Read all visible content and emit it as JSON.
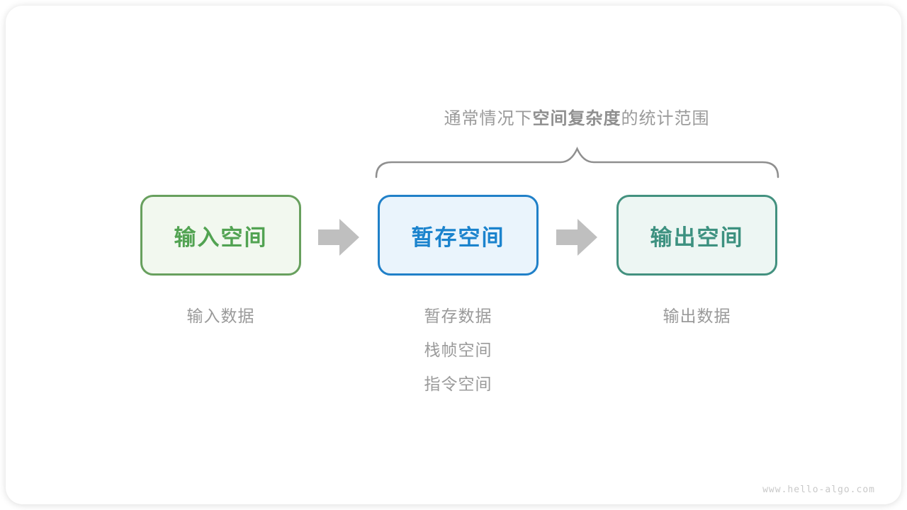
{
  "title": {
    "prefix": "通常情况下",
    "bold": "空间复杂度",
    "suffix": "的统计范围"
  },
  "boxes": [
    {
      "label": "输入空间",
      "border_color": "#68a05e",
      "bg_color": "#f2f8ef",
      "text_color": "#52a352"
    },
    {
      "label": "暂存空间",
      "border_color": "#2080c8",
      "bg_color": "#eaf4fc",
      "text_color": "#1b83cd"
    },
    {
      "label": "输出空间",
      "border_color": "#43917f",
      "bg_color": "#edf6f3",
      "text_color": "#3d9180"
    }
  ],
  "notes": {
    "input": [
      "输入数据"
    ],
    "temp": [
      "暂存数据",
      "栈帧空间",
      "指令空间"
    ],
    "output": [
      "输出数据"
    ]
  },
  "colors": {
    "arrow": "#bfbfbf",
    "brace": "#8f8f8f",
    "title_text": "#9b9b9b",
    "note_text": "#9a9a9a",
    "watermark_text": "#c9c9c9"
  },
  "watermark": "www.hello-algo.com"
}
